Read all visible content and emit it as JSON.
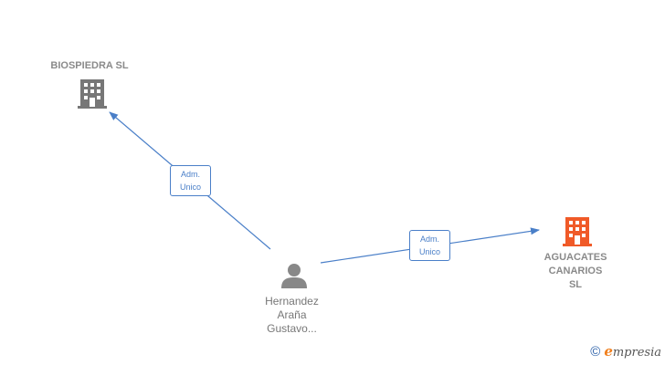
{
  "nodes": {
    "biospiedra": {
      "label": "BIOSPIEDRA SL",
      "type": "company",
      "color": "#777777"
    },
    "aguacates": {
      "label_lines": [
        "AGUACATES",
        "CANARIOS",
        "SL"
      ],
      "type": "company",
      "color": "#f05a28"
    },
    "person": {
      "label_lines": [
        "Hernandez",
        "Araña",
        "Gustavo..."
      ],
      "type": "person",
      "color": "#888888"
    }
  },
  "edges": [
    {
      "from": "person",
      "to": "biospiedra",
      "label_lines": [
        "Adm.",
        "Unico"
      ],
      "color": "#4a7fc8"
    },
    {
      "from": "person",
      "to": "aguacates",
      "label_lines": [
        "Adm.",
        "Unico"
      ],
      "color": "#4a7fc8"
    }
  ],
  "footer": {
    "copyright": "©",
    "brand_initial": "e",
    "brand_rest": "mpresia"
  }
}
